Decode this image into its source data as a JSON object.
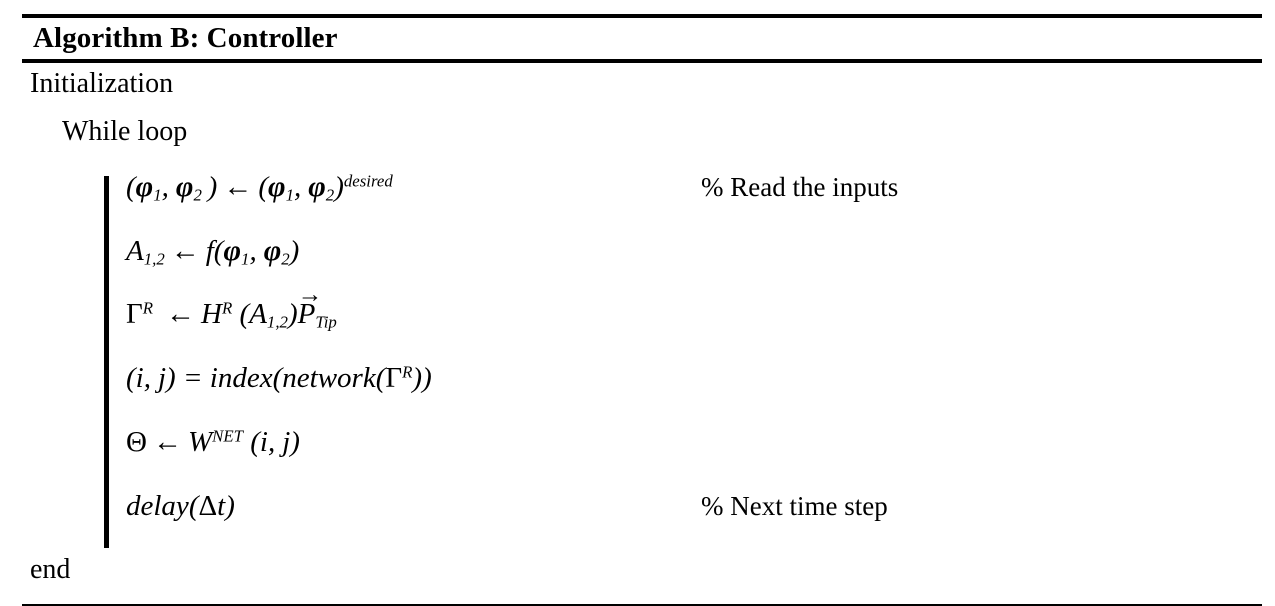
{
  "algorithm": {
    "title": "Algorithm B: Controller",
    "lines": [
      {
        "id": "init",
        "kind": "plain",
        "text": "Initialization"
      },
      {
        "id": "while",
        "kind": "indent",
        "text": "While loop"
      }
    ],
    "statements": [
      {
        "id": "read-inputs",
        "expression": "(φ₁,φ₂) ← (φ₁,φ₂)^desired",
        "comment": "% Read the inputs"
      },
      {
        "id": "amplitudes",
        "expression": "A₁,₂ ← f(φ₁,φ₂)",
        "comment": ""
      },
      {
        "id": "gamma-r",
        "expression": "Γ^R ← H^R (A₁,₂) P⃗_Tip",
        "comment": ""
      },
      {
        "id": "index-network",
        "expression": "(i, j) = index(network(Γ^R))",
        "comment": ""
      },
      {
        "id": "theta-wnet",
        "expression": "Θ ← W^NET (i, j)",
        "comment": ""
      },
      {
        "id": "delay",
        "expression": "delay(Δt)",
        "comment": "% Next time step"
      }
    ],
    "footer": "end",
    "symbols": {
      "assign_arrow": "←",
      "equals": "=",
      "percent": "%",
      "phi": "φ",
      "gamma": "Γ",
      "theta": "Θ",
      "delta": "Δ",
      "vector_arrow": "→",
      "sup_desired": "desired",
      "sup_R": "R",
      "sup_NET": "NET",
      "sub_Tip": "Tip",
      "sub_12": "1,2",
      "sub_1": "1",
      "sub_2": "2",
      "fn_f": "f",
      "fn_index": "index",
      "fn_network": "network",
      "fn_delay": "delay",
      "var_A": "A",
      "var_H": "H",
      "var_P": "P",
      "var_W": "W",
      "var_i": "i",
      "var_j": "j",
      "var_t": "t"
    },
    "colors": {
      "text": "#000000",
      "background": "#ffffff",
      "rule": "#000000"
    }
  }
}
